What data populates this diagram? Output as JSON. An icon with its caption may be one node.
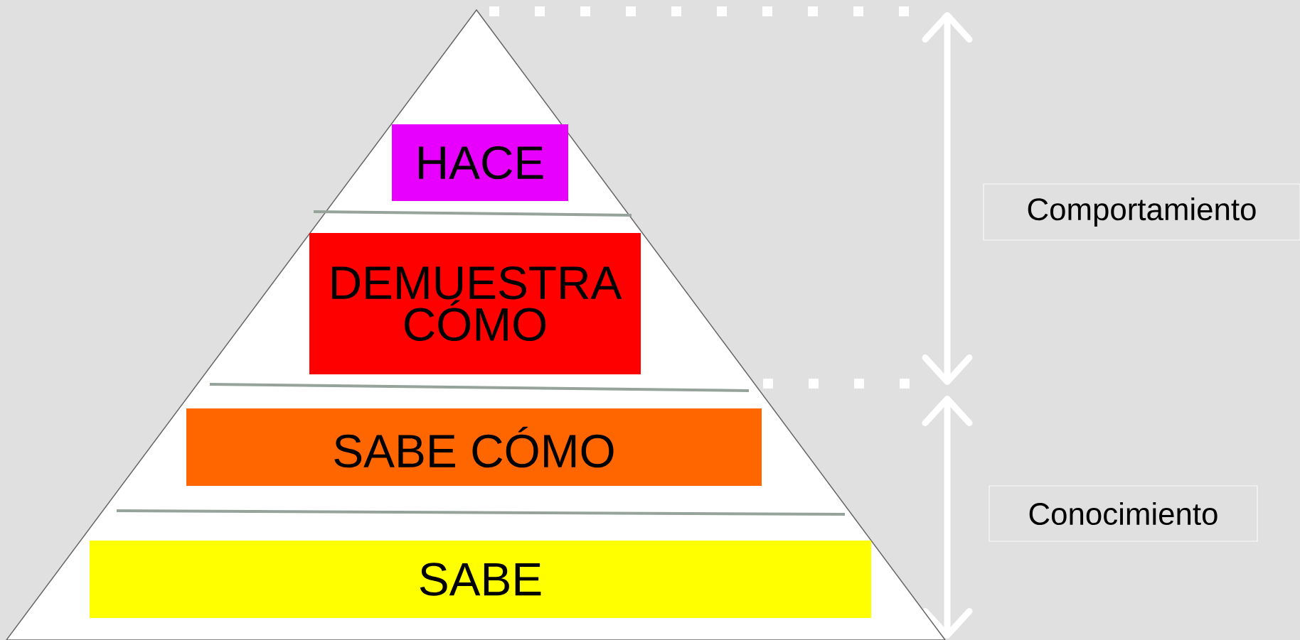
{
  "diagram": {
    "nodes": [
      {
        "text": [],
        "shape": "triangle"
      },
      {
        "text": [
          "HACE"
        ],
        "in": 0
      },
      {
        "text": [
          "DEMUESTRA CÓMO"
        ],
        "in": 0
      },
      {
        "text": [
          "SABE CÓMO"
        ],
        "in": 0
      },
      {
        "text": [
          "SABE"
        ],
        "in": 0
      },
      {
        "text": [
          "Comportamiento"
        ]
      },
      {
        "text": [
          "Conocimiento"
        ]
      }
    ]
  }
}
